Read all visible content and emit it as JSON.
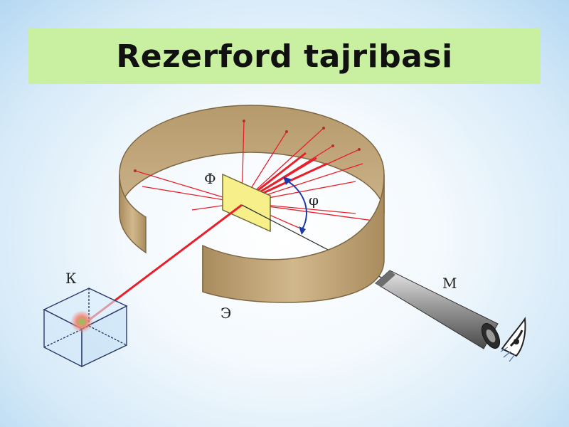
{
  "title": "Rezerford tajribasi",
  "labels": {
    "foil": "Ф",
    "angle": "φ",
    "source": "К",
    "microscope": "М",
    "screen": "Э"
  },
  "colors": {
    "title_bg": "#c9f0a0",
    "ring": "#c4a87a",
    "ring_dark": "#9a7f55",
    "foil": "#f7ef8a",
    "beam": "#e8202a",
    "arrow": "#1f3aa8"
  },
  "icons": {
    "eye": "eye-icon"
  }
}
